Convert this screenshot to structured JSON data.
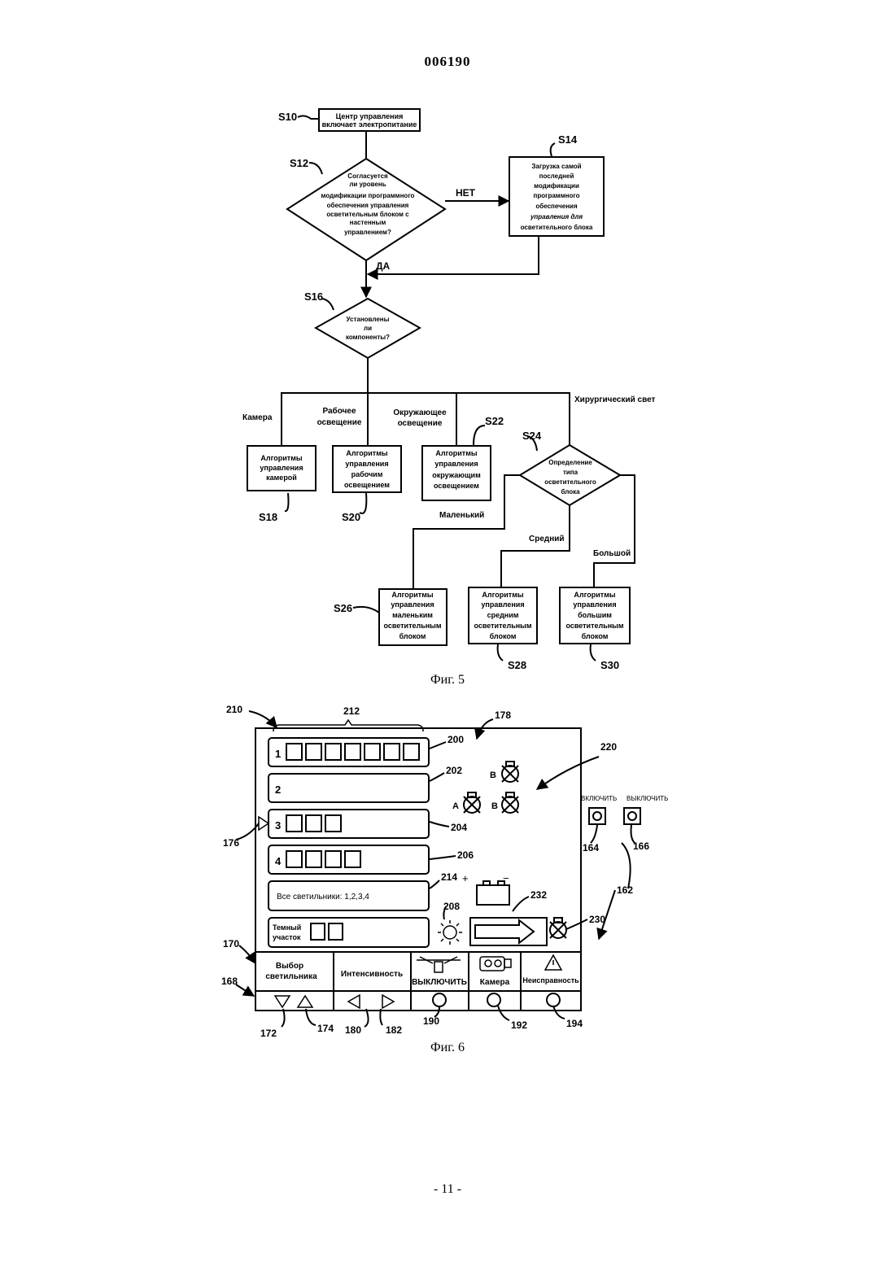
{
  "doc_number": "006190",
  "page_number": "- 11 -",
  "fig5": {
    "caption": "Фиг. 5",
    "s10": {
      "ref": "S10",
      "text": [
        "Центр управления",
        "включает электропитание"
      ]
    },
    "s12": {
      "ref": "S12",
      "text": [
        "Согласуется",
        "ли уровень",
        "модификации программного",
        "обеспечения управления",
        "осветительным блоком с",
        "настенным",
        "управлением?"
      ]
    },
    "s14": {
      "ref": "S14",
      "text": [
        "Загрузка самой",
        "последней",
        "модификации",
        "программного",
        "обеспечения",
        "управления для",
        "осветительного блока"
      ]
    },
    "no_label": "НЕТ",
    "yes_label": "ДА",
    "s16": {
      "ref": "S16",
      "text": [
        "Установлены",
        "ли",
        "компоненты?"
      ]
    },
    "branches": {
      "camera": "Камера",
      "work": [
        "Рабочее",
        "освещение"
      ],
      "ambient": [
        "Окружающее",
        "освещение"
      ],
      "surgical": "Хирургический свет"
    },
    "s18": {
      "ref": "S18",
      "text": [
        "Алгоритмы",
        "управления",
        "камерой"
      ]
    },
    "s20": {
      "ref": "S20",
      "text": [
        "Алгоритмы",
        "управления",
        "рабочим",
        "освещением"
      ]
    },
    "s22": {
      "ref": "S22",
      "text": [
        "Алгоритмы",
        "управления",
        "окружающим",
        "освещением"
      ]
    },
    "s24": {
      "ref": "S24",
      "text": [
        "Определение",
        "типа",
        "осветительного",
        "блока"
      ]
    },
    "sizes": {
      "small": "Маленький",
      "medium": "Средний",
      "large": "Большой"
    },
    "s26": {
      "ref": "S26",
      "text": [
        "Алгоритмы",
        "управления",
        "маленьким",
        "осветительным",
        "блоком"
      ]
    },
    "s28": {
      "ref": "S28",
      "text": [
        "Алгоритмы",
        "управления",
        "средним",
        "осветительным",
        "блоком"
      ]
    },
    "s30": {
      "ref": "S30",
      "text": [
        "Алгоритмы",
        "управления",
        "большим",
        "осветительным",
        "блоком"
      ]
    }
  },
  "fig6": {
    "caption": "Фиг. 6",
    "refs": {
      "r210": "210",
      "r212": "212",
      "r178": "178",
      "r200": "200",
      "r202": "202",
      "r220": "220",
      "r204": "204",
      "r206": "206",
      "r176": "176",
      "r214": "214",
      "r208": "208",
      "r232": "232",
      "r230": "230",
      "r162": "162",
      "r164": "164",
      "r166": "166",
      "r170": "170",
      "r168": "168",
      "r172": "172",
      "r174": "174",
      "r180": "180",
      "r182": "182",
      "r190": "190",
      "r192": "192",
      "r194": "194"
    },
    "rows": [
      {
        "num": "1"
      },
      {
        "num": "2"
      },
      {
        "num": "3"
      },
      {
        "num": "4"
      }
    ],
    "all_lights": "Все светильники:  1,2,3,4",
    "dark_area": [
      "Темный",
      "участок"
    ],
    "icon_letters": {
      "b_top": "B",
      "a": "A",
      "b": "B"
    },
    "on_label": "ВКЛЮЧИТЬ",
    "off_label": "ВЫКЛЮЧИТЬ",
    "battery_plus": "+",
    "battery_minus": "−",
    "tabs": {
      "select_light": [
        "Выбор",
        "светильника"
      ],
      "intensity": "Интенсивность",
      "off": "ВЫКЛЮЧИТЬ",
      "camera": "Камера",
      "fault": "Неисправность"
    }
  }
}
